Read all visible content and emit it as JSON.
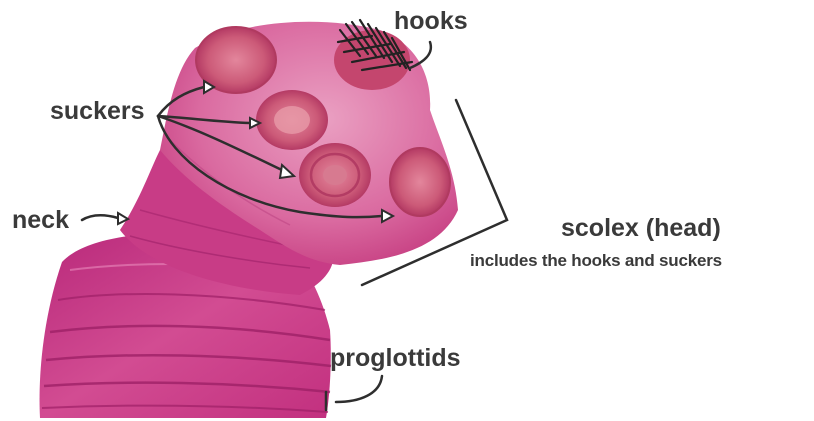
{
  "labels": {
    "hooks": "hooks",
    "suckers": "suckers",
    "neck": "neck",
    "scolex": "scolex (head)",
    "scolex_note": "includes the hooks and suckers",
    "proglottids": "proglottids"
  },
  "colors": {
    "body": "#c8337e",
    "body_light": "#e26aa4",
    "head_light": "#e58ab4",
    "sucker": "#c74a6e",
    "lines": "#2e2e2e",
    "text": "#3a3a3a"
  }
}
